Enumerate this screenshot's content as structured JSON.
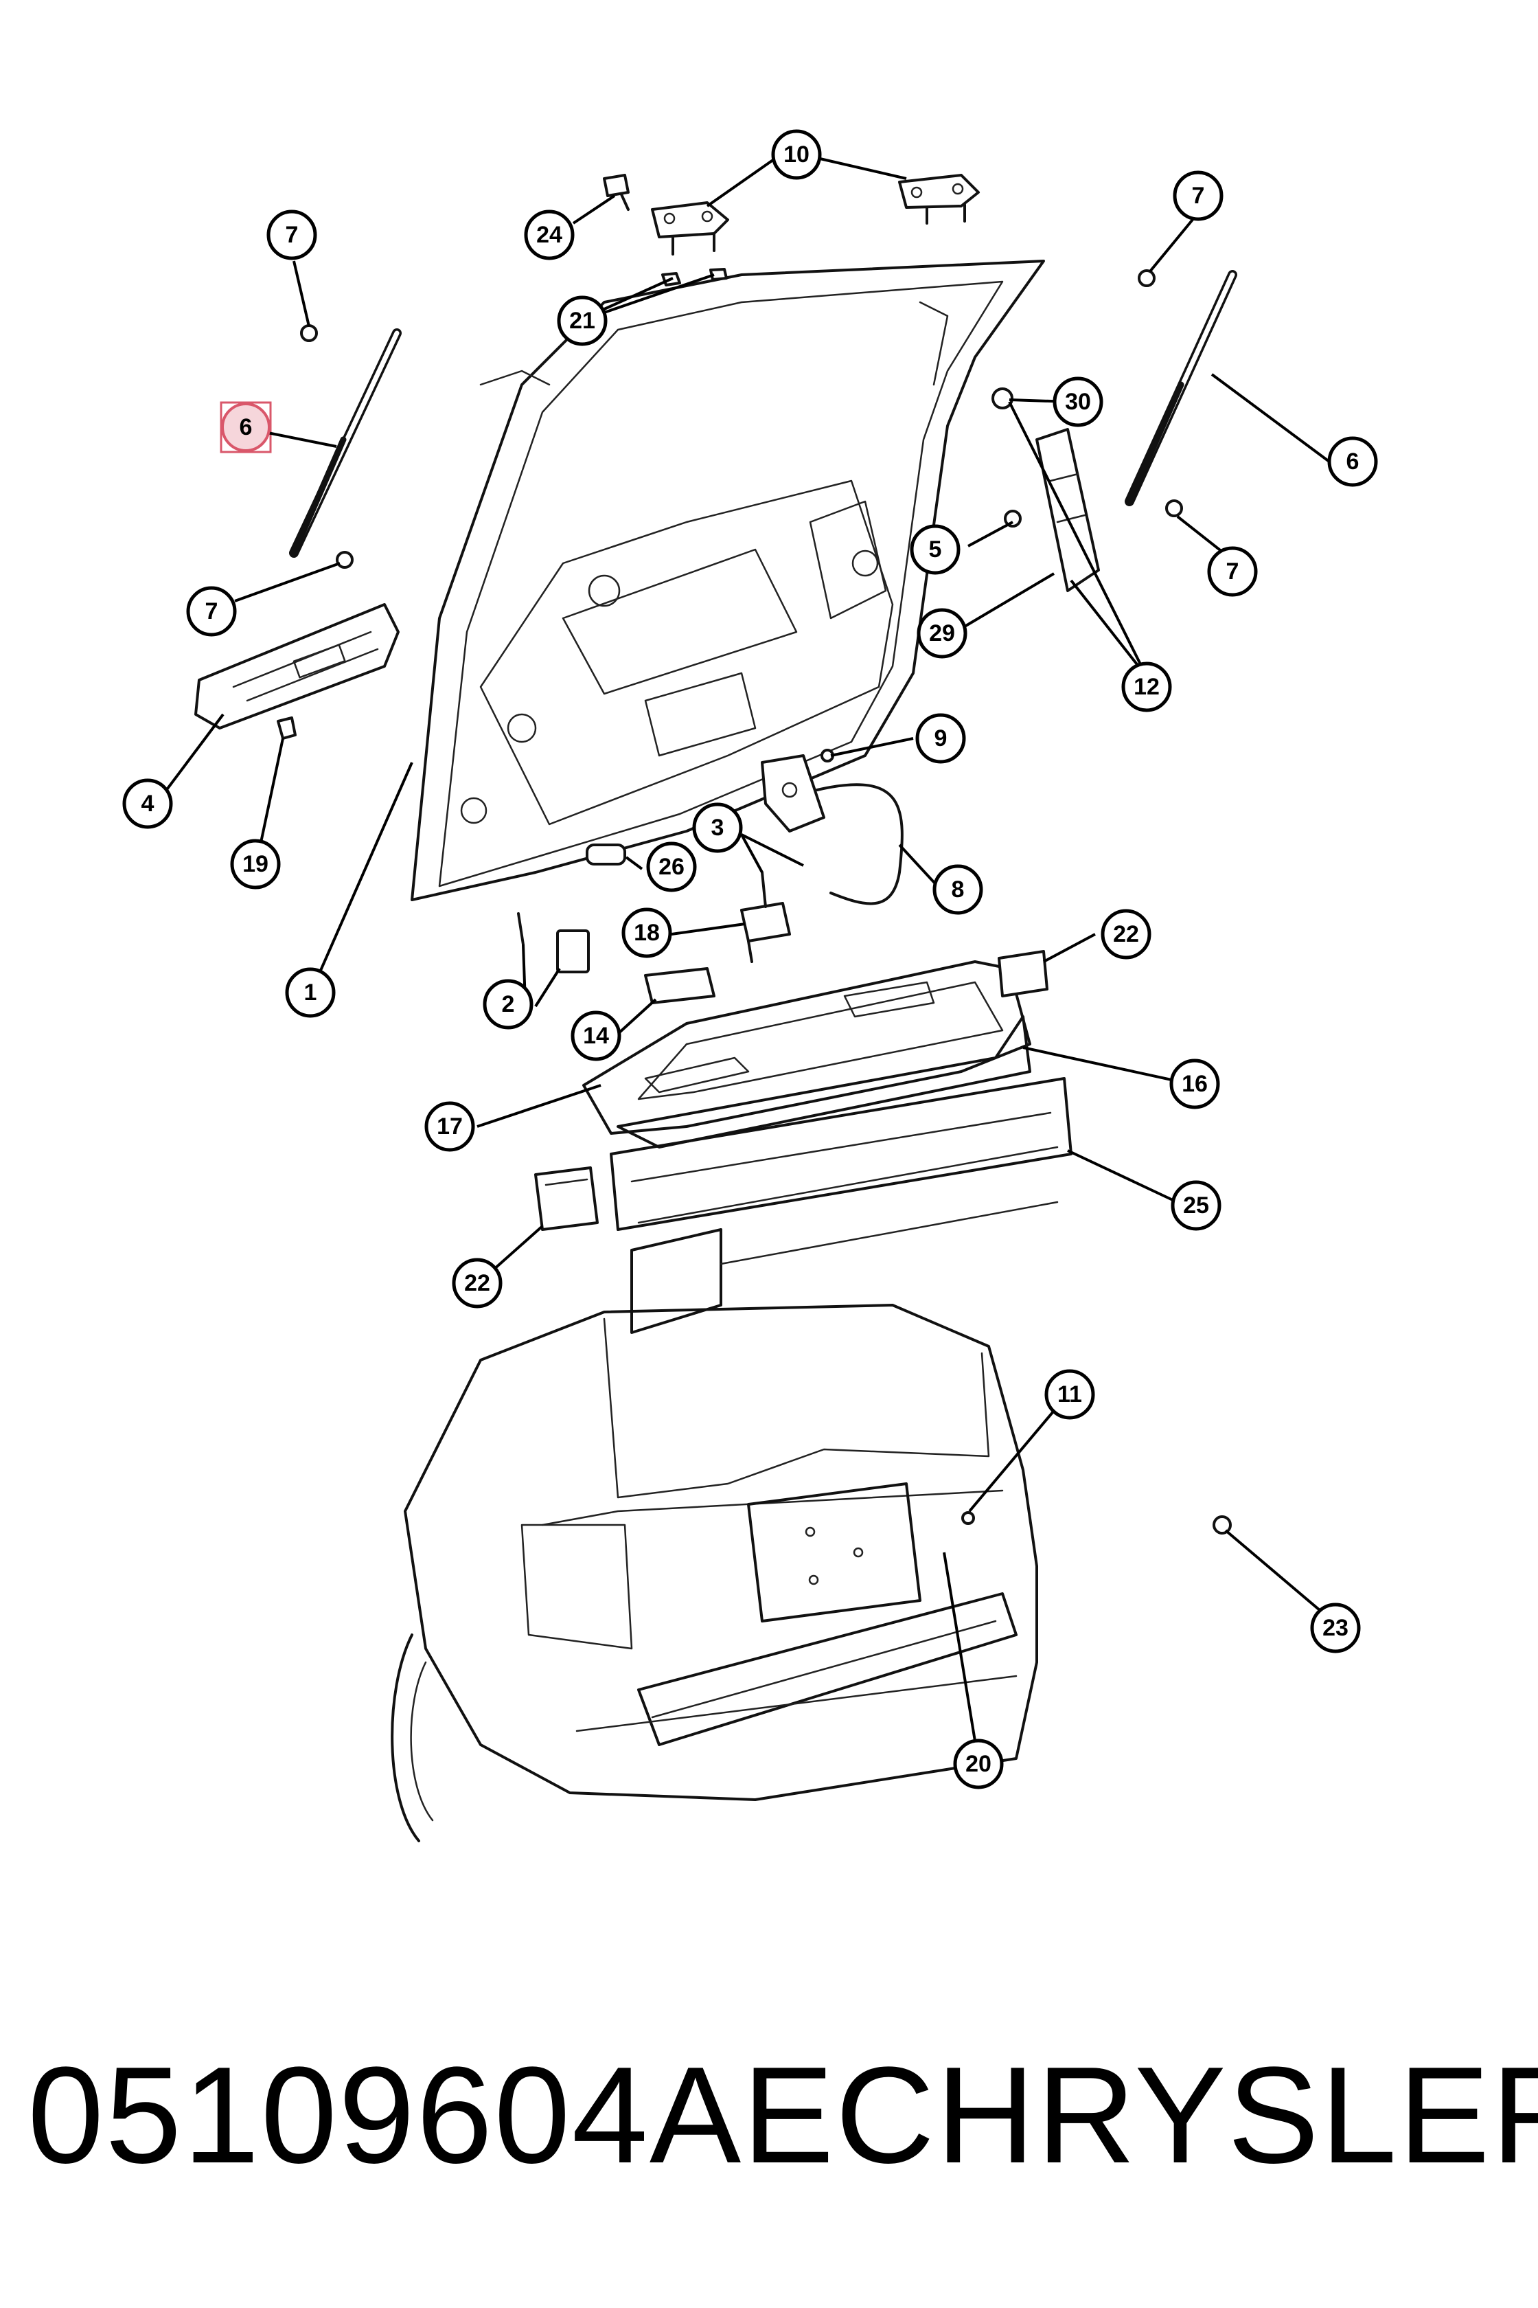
{
  "diagram": {
    "callouts": [
      {
        "id": "c-10",
        "label": "10"
      },
      {
        "id": "c-24",
        "label": "24"
      },
      {
        "id": "c-21",
        "label": "21"
      },
      {
        "id": "c-7a",
        "label": "7"
      },
      {
        "id": "c-7b",
        "label": "7"
      },
      {
        "id": "c-7c",
        "label": "7"
      },
      {
        "id": "c-7d",
        "label": "7"
      },
      {
        "id": "c-6a",
        "label": "6"
      },
      {
        "id": "c-6b",
        "label": "6"
      },
      {
        "id": "c-30",
        "label": "30"
      },
      {
        "id": "c-5",
        "label": "5"
      },
      {
        "id": "c-29",
        "label": "29"
      },
      {
        "id": "c-12",
        "label": "12"
      },
      {
        "id": "c-4",
        "label": "4"
      },
      {
        "id": "c-19",
        "label": "19"
      },
      {
        "id": "c-9",
        "label": "9"
      },
      {
        "id": "c-3",
        "label": "3"
      },
      {
        "id": "c-26",
        "label": "26"
      },
      {
        "id": "c-8",
        "label": "8"
      },
      {
        "id": "c-18",
        "label": "18"
      },
      {
        "id": "c-22a",
        "label": "22"
      },
      {
        "id": "c-1",
        "label": "1"
      },
      {
        "id": "c-2",
        "label": "2"
      },
      {
        "id": "c-14",
        "label": "14"
      },
      {
        "id": "c-16",
        "label": "16"
      },
      {
        "id": "c-17",
        "label": "17"
      },
      {
        "id": "c-25",
        "label": "25"
      },
      {
        "id": "c-22b",
        "label": "22"
      },
      {
        "id": "c-11",
        "label": "11"
      },
      {
        "id": "c-23",
        "label": "23"
      },
      {
        "id": "c-20",
        "label": "20"
      }
    ],
    "highlight_color": "#d9576a"
  },
  "footer": {
    "part_number": "05109604AE",
    "brand": "CHRYSLER"
  }
}
